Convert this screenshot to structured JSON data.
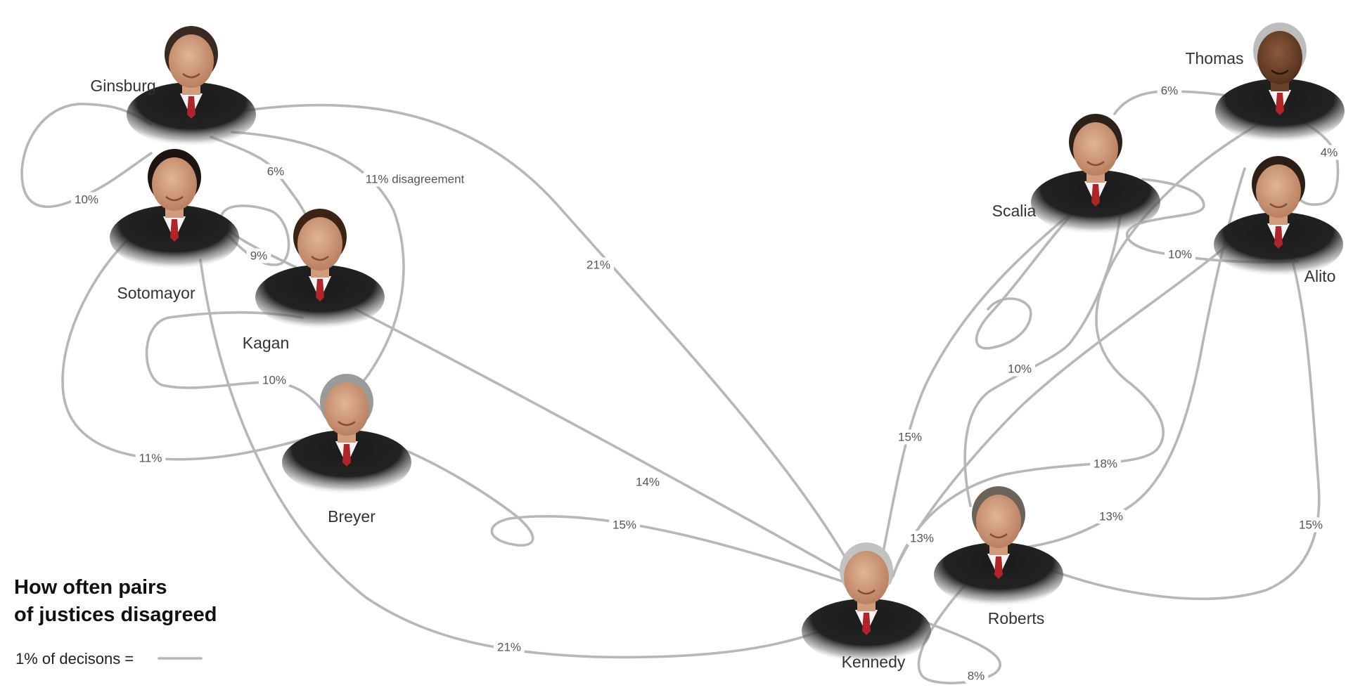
{
  "title_lines": [
    "How often pairs",
    "of justices disagreed"
  ],
  "scale_label": "1% of decisons =",
  "justices": {
    "ginsburg": "Ginsburg",
    "sotomayor": "Sotomayor",
    "kagan": "Kagan",
    "breyer": "Breyer",
    "kennedy": "Kennedy",
    "roberts": "Roberts",
    "scalia": "Scalia",
    "thomas": "Thomas",
    "alito": "Alito"
  },
  "pairs": [
    {
      "a": "Ginsburg",
      "b": "Sotomayor",
      "label": "10%"
    },
    {
      "a": "Ginsburg",
      "b": "Kagan",
      "label": "6%"
    },
    {
      "a": "Ginsburg",
      "b": "Breyer",
      "label": "11% disagreement"
    },
    {
      "a": "Ginsburg",
      "b": "Kennedy",
      "label": "21%"
    },
    {
      "a": "Sotomayor",
      "b": "Kagan",
      "label": "9%"
    },
    {
      "a": "Sotomayor",
      "b": "Breyer",
      "label": "11%"
    },
    {
      "a": "Sotomayor",
      "b": "Kennedy",
      "label": "21%"
    },
    {
      "a": "Kagan",
      "b": "Breyer",
      "label": "10%"
    },
    {
      "a": "Kagan",
      "b": "Kennedy",
      "label": "14%"
    },
    {
      "a": "Breyer",
      "b": "Kennedy",
      "label": "15%"
    },
    {
      "a": "Kennedy",
      "b": "Roberts",
      "label": "8%"
    },
    {
      "a": "Kennedy",
      "b": "Scalia",
      "label": "15%"
    },
    {
      "a": "Kennedy",
      "b": "Alito",
      "label": "13%"
    },
    {
      "a": "Kennedy",
      "b": "Thomas",
      "label": "18%"
    },
    {
      "a": "Roberts",
      "b": "Scalia",
      "label": "10%"
    },
    {
      "a": "Roberts",
      "b": "Thomas",
      "label": "13%"
    },
    {
      "a": "Roberts",
      "b": "Alito",
      "label": "15%"
    },
    {
      "a": "Scalia",
      "b": "Thomas",
      "label": "6%"
    },
    {
      "a": "Scalia",
      "b": "Alito",
      "label": "10%"
    },
    {
      "a": "Thomas",
      "b": "Alito",
      "label": "4%"
    }
  ]
}
